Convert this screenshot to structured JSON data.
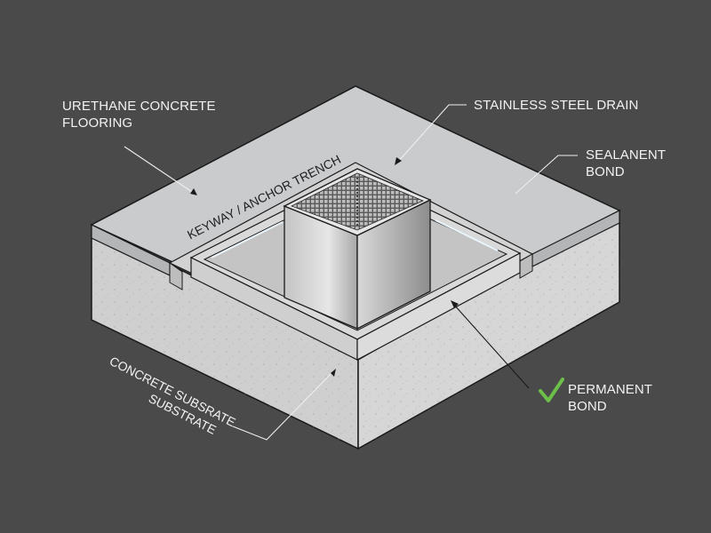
{
  "diagram": {
    "type": "isometric cross-section",
    "background_color": "#4a4a4a",
    "labels": {
      "urethane": {
        "line1": "URETHANE CONCRETE",
        "line2": "FLOORING"
      },
      "drain": {
        "line1": "STAINLESS STEEL DRAIN"
      },
      "sealant": {
        "line1": "SEALANENT",
        "line2": "BOND"
      },
      "keyway": {
        "line1": "KEYWAY / ANCHOR TRENCH"
      },
      "permanent": {
        "line1": "PERMANENT",
        "line2": "BOND",
        "icon": "checkmark-icon",
        "icon_color": "#6cc04a"
      },
      "substrate": {
        "line1": "CONCRETE SUBSRATE",
        "line2": "SUBSTRATE"
      }
    },
    "colors": {
      "slab_top": "#c9cbcd",
      "slab_edge": "#b3b5b7",
      "substrate_left": "#cfcfcf",
      "substrate_right": "#d6d6d6",
      "drain_left": "#b8b8b8",
      "drain_right": "#9d9d9d",
      "outline": "#1a1a1a"
    }
  }
}
